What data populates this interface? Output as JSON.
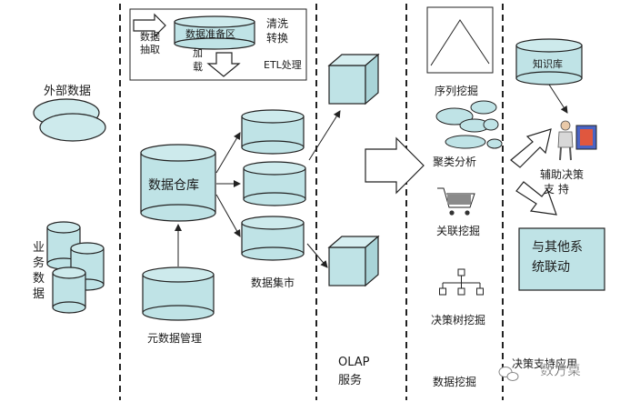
{
  "labels": {
    "external_data": "外部数据",
    "business_data": "业务数据",
    "data_extract": "数据抽取",
    "staging_area": "数据准备区",
    "clean_convert": "清洗转换",
    "load": "加载",
    "etl": "ETL处理",
    "data_warehouse": "数据仓库",
    "metadata_mgmt": "元数据管理",
    "data_marts": "数据集市",
    "olap_title": "OLAP",
    "olap_service": "服务",
    "sequence_mining": "序列挖掘",
    "cluster_analysis": "聚类分析",
    "association_mining": "关联挖掘",
    "decision_tree": "决策树挖掘",
    "data_mining": "数据挖掘",
    "knowledge_base": "知识库",
    "decision_aid_1": "辅助决策",
    "decision_aid_2": "支  持",
    "linkage_1": "与其他系",
    "linkage_2": "统联动",
    "decision_app": "决策支持应用",
    "watermark": "数方桌"
  },
  "colors": {
    "cylinder_fill": "#bfe3e6",
    "line": "#222222",
    "background": "#ffffff"
  }
}
